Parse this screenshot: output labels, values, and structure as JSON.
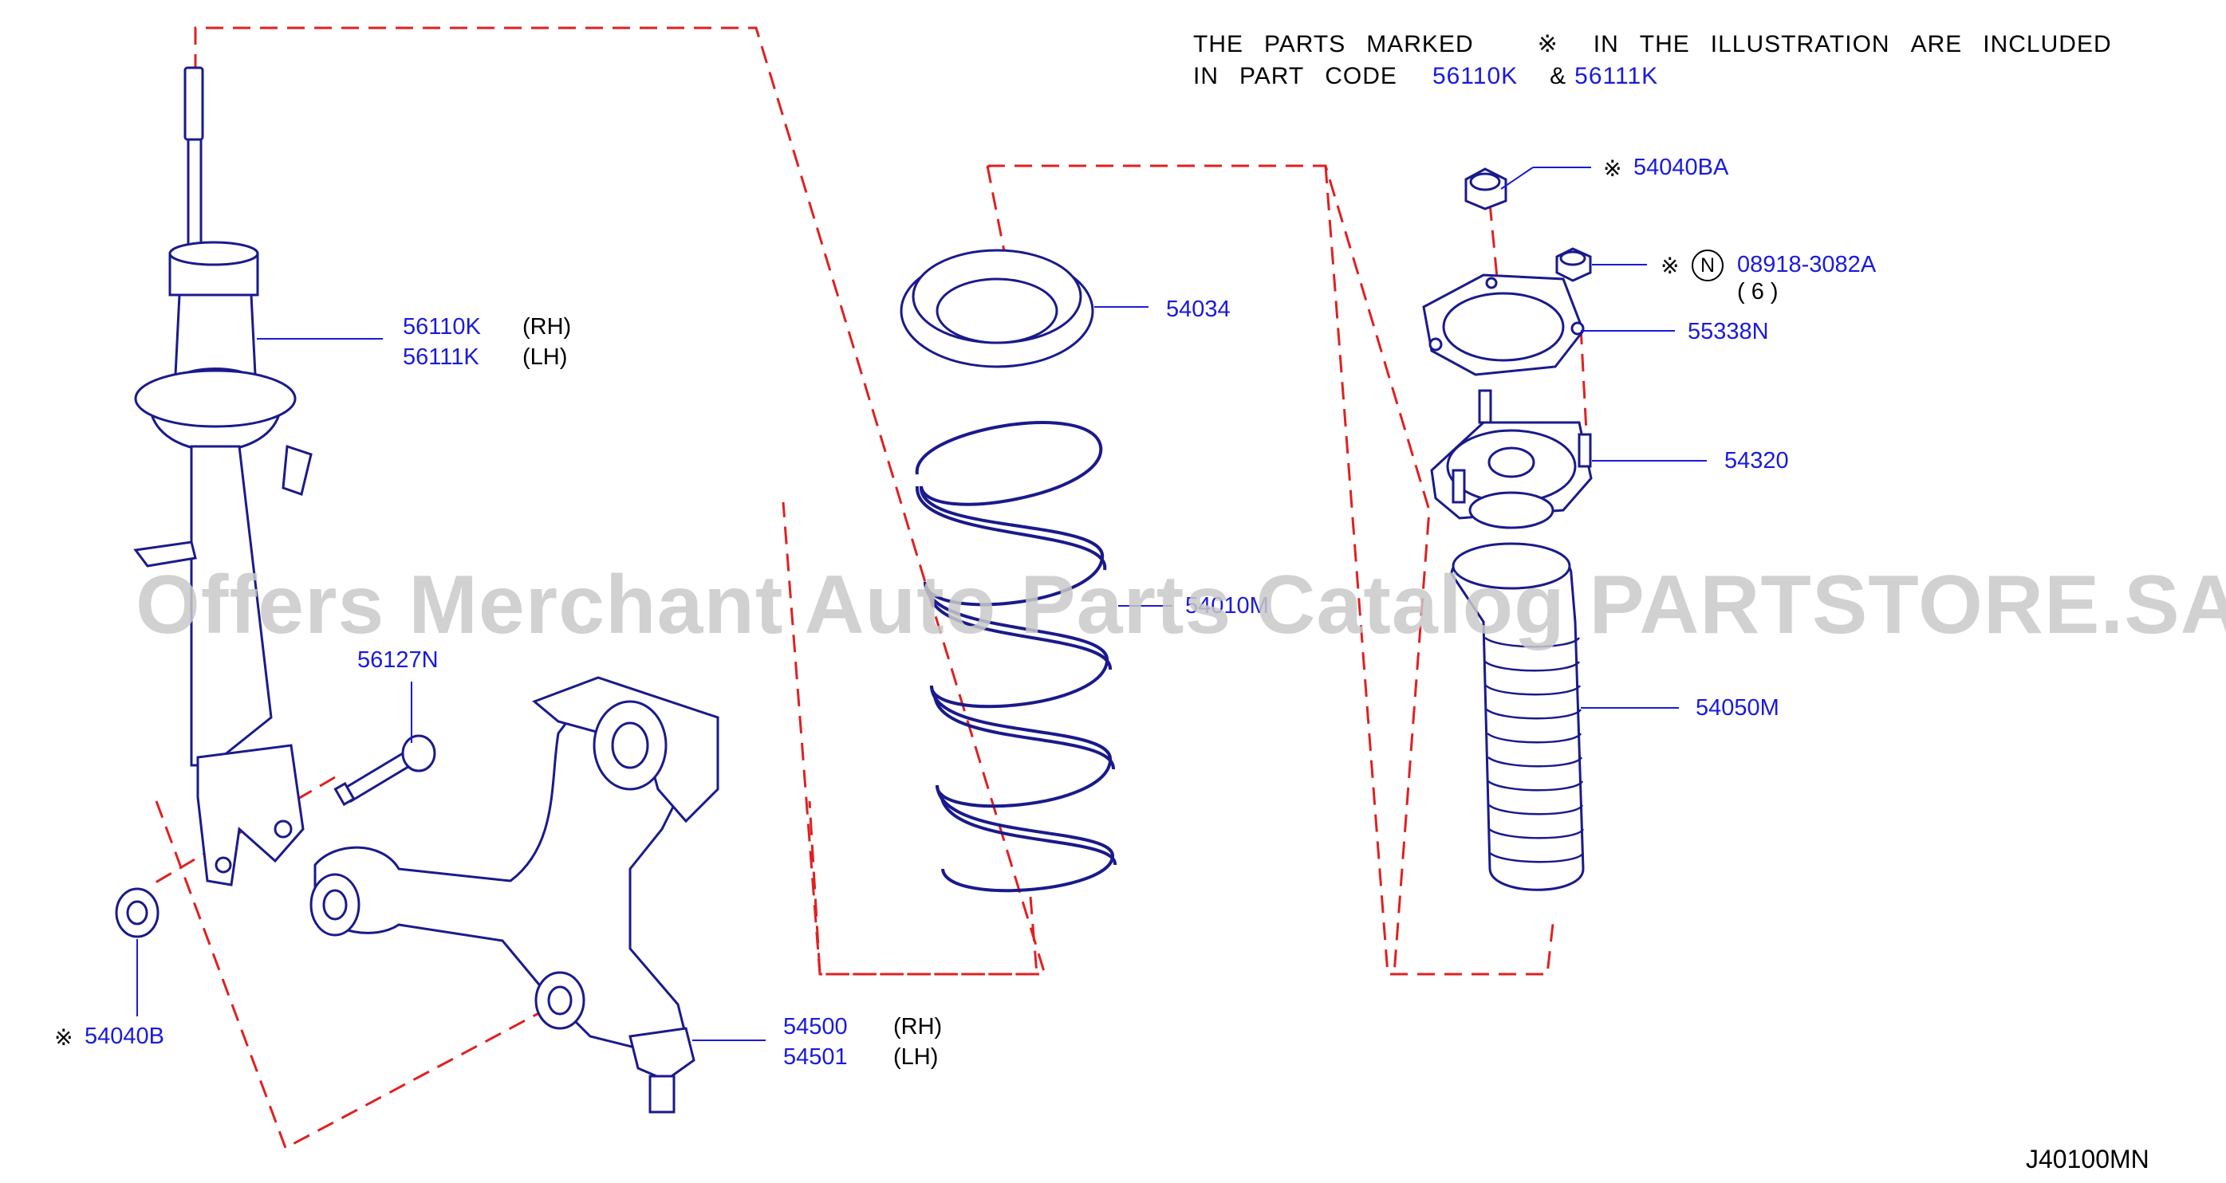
{
  "note": {
    "line1": [
      "THE",
      "PARTS",
      "MARKED",
      "※",
      "IN",
      "THE",
      "ILLUSTRATION",
      "ARE",
      "INCLUDED"
    ],
    "line2_prefix": [
      "IN",
      "PART",
      "CODE"
    ],
    "code_a": "56110K",
    "amp": "&",
    "code_b": "56111K"
  },
  "mark_symbol": "※",
  "n_symbol": "N",
  "parts": {
    "strut": {
      "code_rh": "56110K",
      "side_rh": "(RH)",
      "code_lh": "56111K",
      "side_lh": "(LH)"
    },
    "bolt": {
      "code": "56127N"
    },
    "nut_lower": {
      "code": "54040B"
    },
    "upper_seat": {
      "code": "54034"
    },
    "spring": {
      "code": "54010M"
    },
    "nut_top": {
      "code": "54040BA"
    },
    "nut_small": {
      "code": "08918-3082A",
      "qty": "( 6 )"
    },
    "plate": {
      "code": "55338N"
    },
    "mount": {
      "code": "54320"
    },
    "boot": {
      "code": "54050M"
    },
    "arm": {
      "code_rh": "54500",
      "side_rh": "(RH)",
      "code_lh": "54501",
      "side_lh": "(LH)"
    }
  },
  "watermark": "Offers Merchant Auto Parts Catalog PARTSTORE.SA",
  "diagram_code": "J40100MN",
  "colors": {
    "label": "#1a1adb",
    "dash": "#e02020",
    "leader": "#1a1adb",
    "line": "#1a1a8c"
  }
}
